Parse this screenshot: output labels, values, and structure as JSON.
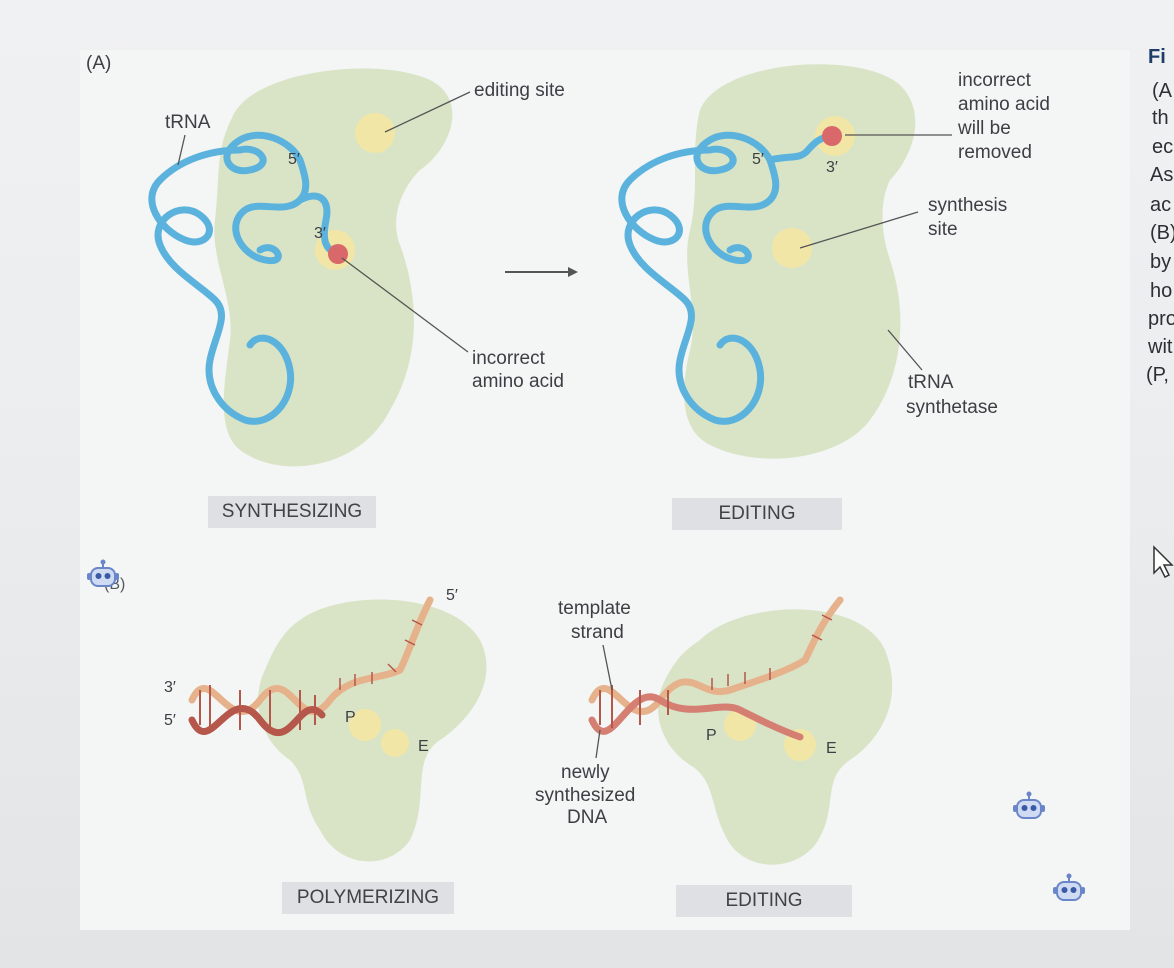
{
  "panel_a": {
    "label": "(A)",
    "left": {
      "trna": "tRNA",
      "five_prime": "5′",
      "three_prime": "3′",
      "editing_site": "editing site",
      "incorrect_amino_acid": [
        "incorrect",
        "amino acid"
      ],
      "caption": "SYNTHESIZING"
    },
    "right": {
      "five_prime": "5′",
      "three_prime": "3′",
      "incorrect_removed": [
        "incorrect",
        "amino acid",
        "will be",
        "removed"
      ],
      "synthesis_site": [
        "synthesis",
        "site"
      ],
      "trna_synthetase": [
        "tRNA",
        "synthetase"
      ],
      "caption": "EDITING"
    }
  },
  "panel_b": {
    "label": "(B)",
    "left": {
      "five_prime": "5′",
      "three_prime_left": "3′",
      "five_prime_left": "5′",
      "p_site": "P",
      "e_site": "E",
      "caption": "POLYMERIZING"
    },
    "right": {
      "template_strand": [
        "template",
        "strand"
      ],
      "newly_synthesized": [
        "newly",
        "synthesized",
        "DNA"
      ],
      "p_site": "P",
      "e_site": "E",
      "caption": "EDITING"
    }
  },
  "side_text": [
    "Fi",
    "(A",
    "th",
    "ec",
    "As",
    "ac",
    "(B)",
    "by",
    "ho",
    "pro",
    "wit",
    "(P,"
  ],
  "colors": {
    "enzyme": "#d9e4c6",
    "trna": "#5bb3dd",
    "site": "#f3e7a6",
    "amino_acid": "#d9686a",
    "dna_dark": "#b5574a",
    "dna_light": "#e6b28c"
  },
  "icons": [
    "robot-icon",
    "cursor-icon"
  ]
}
